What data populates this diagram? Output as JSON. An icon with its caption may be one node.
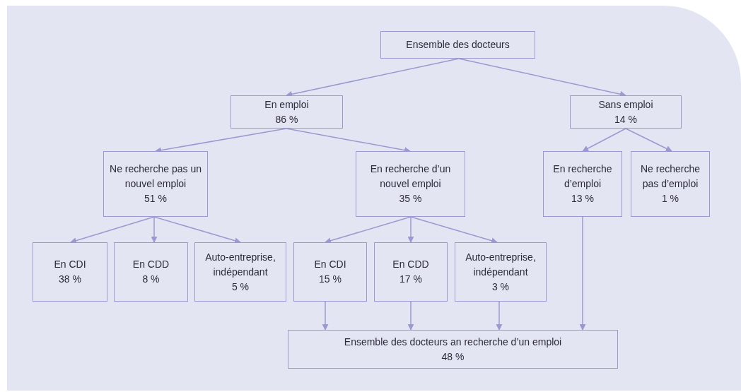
{
  "diagram": {
    "nodes": [
      {
        "text": [
          "Ensemble des docteurs"
        ]
      },
      {
        "text": [
          "En emploi",
          "86 %"
        ]
      },
      {
        "text": [
          "Sans emploi",
          "14 %"
        ]
      },
      {
        "text": [
          "Ne recherche pas un nouvel emploi",
          "51 %"
        ]
      },
      {
        "text": [
          "En recherche d’un nouvel emploi",
          "35 %"
        ]
      },
      {
        "text": [
          "En recherche d’emploi",
          "13 %"
        ]
      },
      {
        "text": [
          "Ne recherche pas d’emploi",
          "1 %"
        ]
      },
      {
        "text": [
          "En CDI",
          "38 %"
        ]
      },
      {
        "text": [
          "En CDD",
          "8 %"
        ]
      },
      {
        "text": [
          "Auto-entreprise, indépendant",
          "5 %"
        ]
      },
      {
        "text": [
          "En CDI",
          "15 %"
        ]
      },
      {
        "text": [
          "En CDD",
          "17 %"
        ]
      },
      {
        "text": [
          "Auto-entreprise, indépendant",
          "3 %"
        ]
      },
      {
        "text": [
          "Ensemble des docteurs an recherche d’un emploi",
          "48 %"
        ]
      }
    ],
    "edges": [
      {
        "from": 0,
        "to": 1,
        "arrow": "to"
      },
      {
        "from": 0,
        "to": 2,
        "arrow": "to"
      },
      {
        "from": 1,
        "to": 3,
        "arrow": "to"
      },
      {
        "from": 1,
        "to": 4,
        "arrow": "to"
      },
      {
        "from": 2,
        "to": 5,
        "arrow": "to"
      },
      {
        "from": 2,
        "to": 6,
        "arrow": "to"
      },
      {
        "from": 3,
        "to": 7,
        "arrow": "to"
      },
      {
        "from": 3,
        "to": 8,
        "arrow": "to"
      },
      {
        "from": 3,
        "to": 9,
        "arrow": "to"
      },
      {
        "from": 4,
        "to": 10,
        "arrow": "to"
      },
      {
        "from": 4,
        "to": 11,
        "arrow": "to"
      },
      {
        "from": 4,
        "to": 12,
        "arrow": "to"
      },
      {
        "from": 10,
        "to": 13,
        "arrow": "to"
      },
      {
        "from": 11,
        "to": 13,
        "arrow": "to"
      },
      {
        "from": 12,
        "to": 13,
        "arrow": "to"
      },
      {
        "from": 5,
        "to": 13,
        "arrow": "to"
      }
    ]
  }
}
